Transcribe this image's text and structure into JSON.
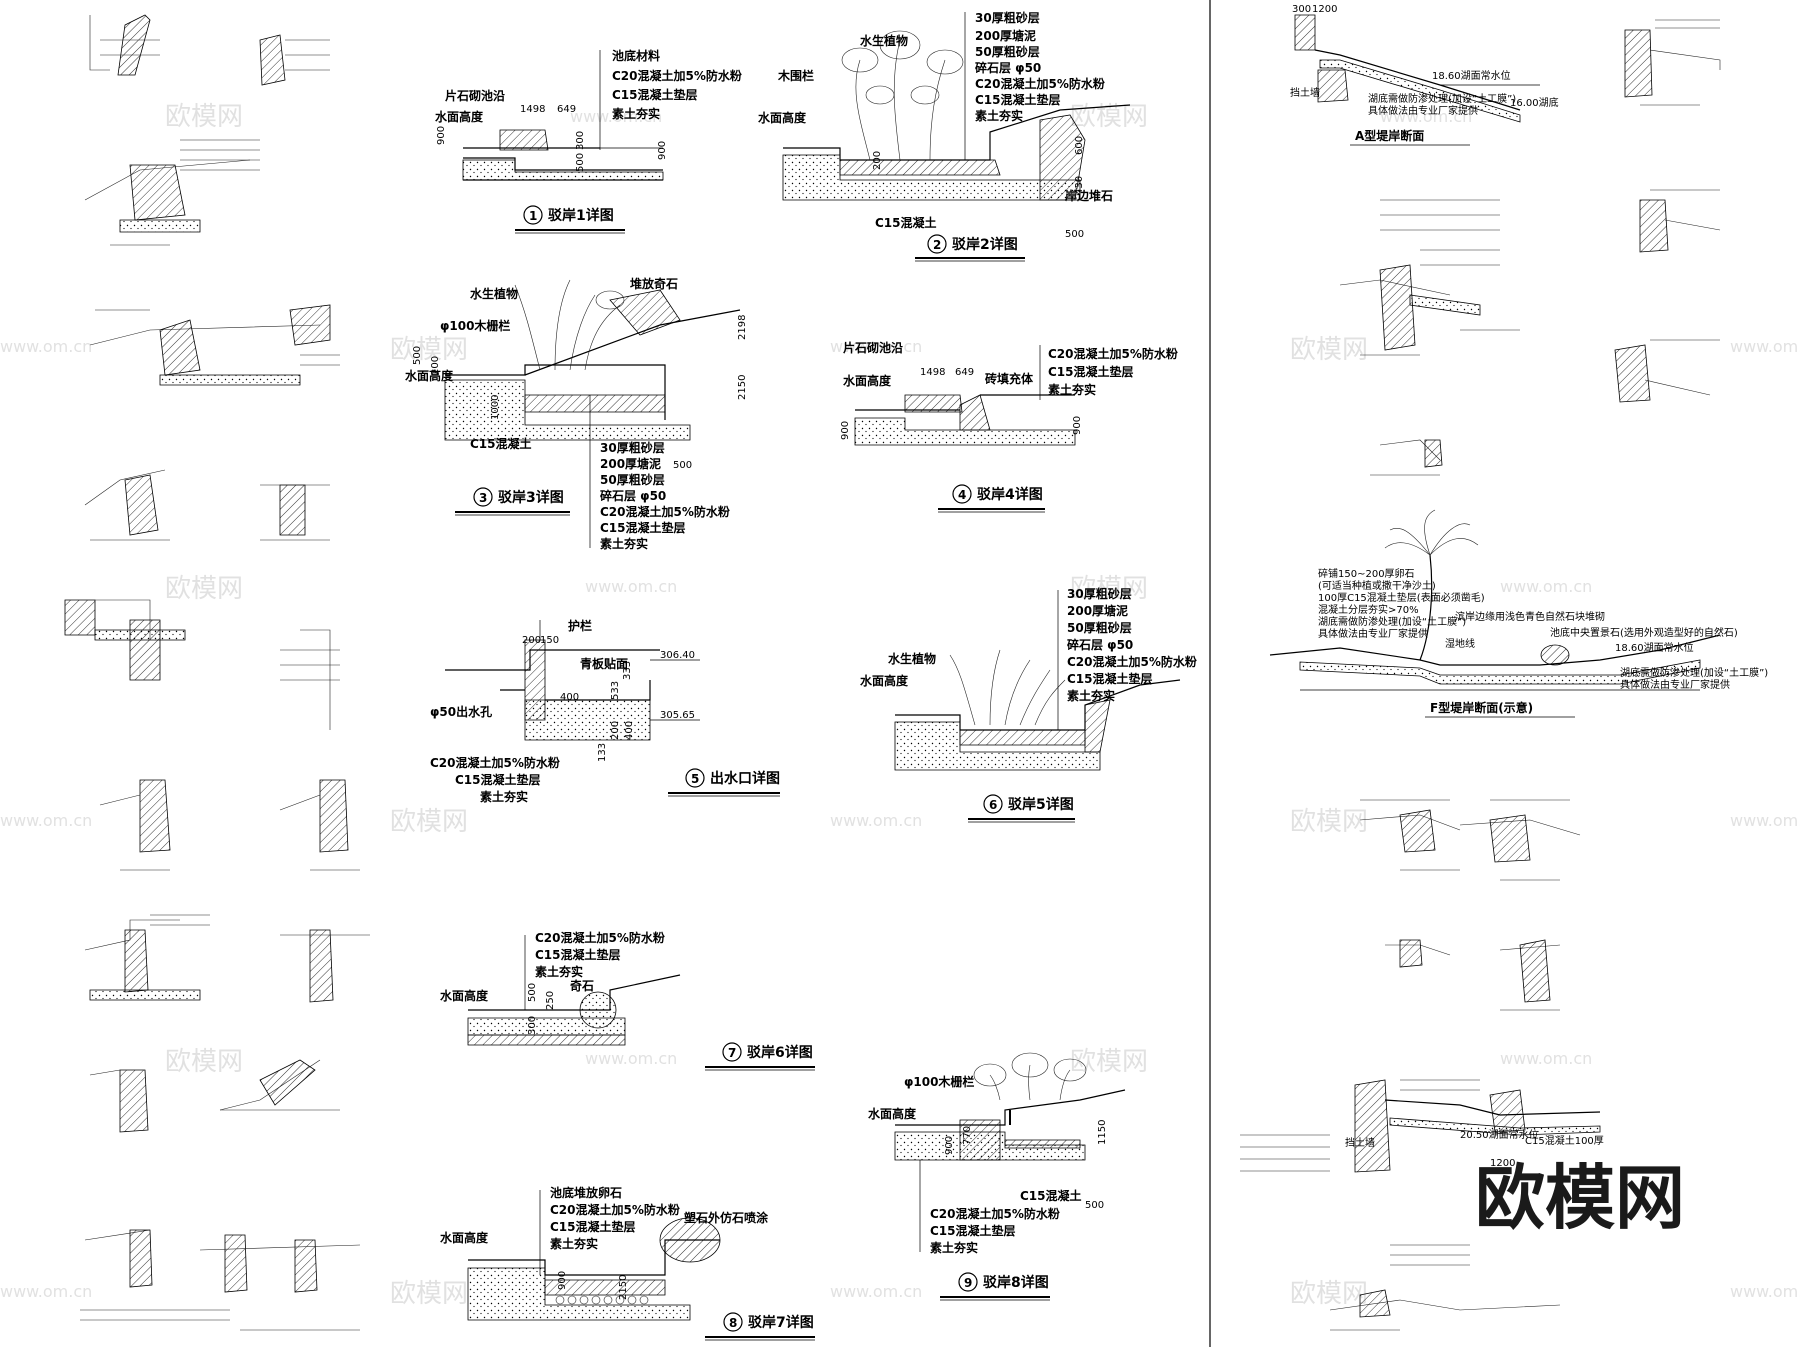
{
  "details": [
    {
      "id": "d1",
      "number": "1",
      "title": "驳岸1详图",
      "labels": [
        "池底材料",
        "C20混凝土加5%防水粉",
        "C15混凝土垫层",
        "素土夯实",
        "片石砌池沿",
        "水面高度"
      ],
      "dims": [
        "1498",
        "649",
        "900",
        "300",
        "500",
        "900"
      ]
    },
    {
      "id": "d2",
      "number": "2",
      "title": "驳岸2详图",
      "labels": [
        "30厚粗砂层",
        "200厚塘泥",
        "50厚粗砂层",
        "碎石层 φ50",
        "C20混凝土加5%防水粉",
        "C15混凝土垫层",
        "素土夯实",
        "水生植物",
        "木围栏",
        "水面高度",
        "岸边堆石",
        "C15混凝土"
      ],
      "dims": [
        "200",
        "600",
        "430",
        "500"
      ]
    },
    {
      "id": "d3",
      "number": "3",
      "title": "驳岸3详图",
      "labels": [
        "水生植物",
        "堆放奇石",
        "φ100木栅栏",
        "水面高度",
        "C15混凝土",
        "30厚粗砂层",
        "200厚塘泥",
        "50厚粗砂层",
        "碎石层 φ50",
        "C20混凝土加5%防水粉",
        "C15混凝土垫层",
        "素土夯实"
      ],
      "dims": [
        "2198",
        "2150",
        "500",
        "200",
        "1000",
        "500"
      ]
    },
    {
      "id": "d4",
      "number": "4",
      "title": "驳岸4详图",
      "labels": [
        "片石砌池沿",
        "水面高度",
        "砖填充体",
        "C20混凝土加5%防水粉",
        "C15混凝土垫层",
        "素土夯实"
      ],
      "dims": [
        "1498",
        "649",
        "900",
        "900"
      ]
    },
    {
      "id": "d5",
      "number": "5",
      "title": "出水口详图",
      "labels": [
        "护栏",
        "青板贴面",
        "φ50出水孔",
        "C20混凝土加5%防水粉",
        "C15混凝土垫层",
        "素土夯实"
      ],
      "dims": [
        "200",
        "150",
        "400",
        "333",
        "533",
        "200",
        "400",
        "133",
        "306.40",
        "305.65"
      ]
    },
    {
      "id": "d6",
      "number": "6",
      "title": "驳岸5详图",
      "labels": [
        "30厚粗砂层",
        "200厚塘泥",
        "50厚粗砂层",
        "碎石层 φ50",
        "C20混凝土加5%防水粉",
        "C15混凝土垫层",
        "素土夯实",
        "水生植物",
        "水面高度"
      ],
      "dims": []
    },
    {
      "id": "d7",
      "number": "7",
      "title": "驳岸6详图",
      "labels": [
        "C20混凝土加5%防水粉",
        "C15混凝土垫层",
        "素土夯实",
        "水面高度",
        "奇石"
      ],
      "dims": [
        "500",
        "250",
        "300"
      ]
    },
    {
      "id": "d8",
      "number": "8",
      "title": "驳岸7详图",
      "labels": [
        "池底堆放卵石",
        "C20混凝土加5%防水粉",
        "C15混凝土垫层",
        "素土夯实",
        "水面高度",
        "塑石外仿石喷涂"
      ],
      "dims": [
        "900",
        "2150"
      ]
    },
    {
      "id": "d9",
      "number": "9",
      "title": "驳岸8详图",
      "labels": [
        "φ100木栅栏",
        "水面高度",
        "C15混凝土",
        "C20混凝土加5%防水粉",
        "C15混凝土垫层",
        "素土夯实"
      ],
      "dims": [
        "900",
        "1150",
        "770",
        "500"
      ]
    }
  ],
  "right_panel": {
    "A": {
      "title": "A型堤岸断面",
      "labels": [
        "18.60湖面常水位",
        "16.00湖底",
        "挡土墙",
        "湖底需做防渗处理(加设“土工膜”)",
        "具体做法由专业厂家提供"
      ],
      "dims": [
        "300",
        "1200"
      ]
    },
    "F": {
      "title": "F型堤岸断面(示意)",
      "labels": [
        "碎铺150~200厚卵石",
        "(可适当种植或撒干净沙土)",
        "100厚C15混凝土垫层(表面必须凿毛)",
        "混凝土分层夯实>70%",
        "湖底需做防渗处理(加设“土工膜”)",
        "具体做法由专业厂家提供",
        "滨岸边缘用浅色青色自然石块堆砌",
        "池底中央置景石(选用外观造型好的自然石)",
        "18.60湖面常水位",
        "湖底需做防渗处理(加设“土工膜”)",
        "具体做法由专业厂家提供",
        "湿地线"
      ]
    },
    "bottom": {
      "labels": [
        "挡土墙",
        "C15混凝土100厚",
        "20.50湖面常水位"
      ],
      "dims": [
        "1200"
      ]
    }
  },
  "watermark": {
    "brand": "欧模网",
    "url": "www.om.cn",
    "logo_text": "欧模网"
  }
}
